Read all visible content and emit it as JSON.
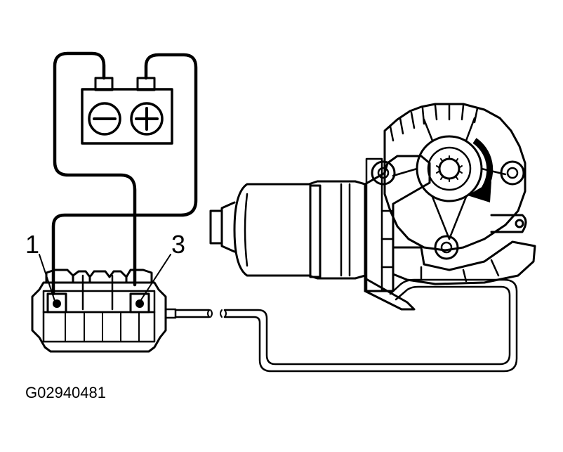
{
  "diagram": {
    "pin_labels": {
      "pin1": "1",
      "pin3": "3"
    },
    "figure_code": "G02940481",
    "battery_symbols": {
      "negative": "−",
      "positive": "+"
    },
    "icons": {
      "battery": "battery-icon",
      "motor": "wiper-motor-icon",
      "connector": "connector-icon",
      "rotation": "rotation-arrow-icon"
    }
  }
}
